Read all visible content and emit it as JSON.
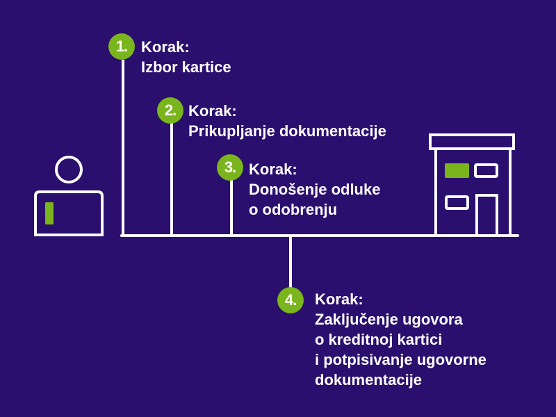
{
  "colors": {
    "background": "#2a0f6e",
    "line": "#ffffff",
    "accent": "#7ab51d"
  },
  "icons": [
    "person-icon",
    "bank-building-icon"
  ],
  "steps": [
    {
      "number": "1.",
      "title": "Korak:",
      "lines": [
        "Izbor kartice"
      ]
    },
    {
      "number": "2.",
      "title": "Korak:",
      "lines": [
        "Prikupljanje dokumentacije"
      ]
    },
    {
      "number": "3.",
      "title": "Korak:",
      "lines": [
        "Donošenje odluke",
        "o odobrenju"
      ]
    },
    {
      "number": "4.",
      "title": "Korak:",
      "lines": [
        "Zaključenje ugovora",
        "o kreditnoj kartici",
        "i potpisivanje ugovorne",
        "dokumentacije"
      ]
    }
  ]
}
